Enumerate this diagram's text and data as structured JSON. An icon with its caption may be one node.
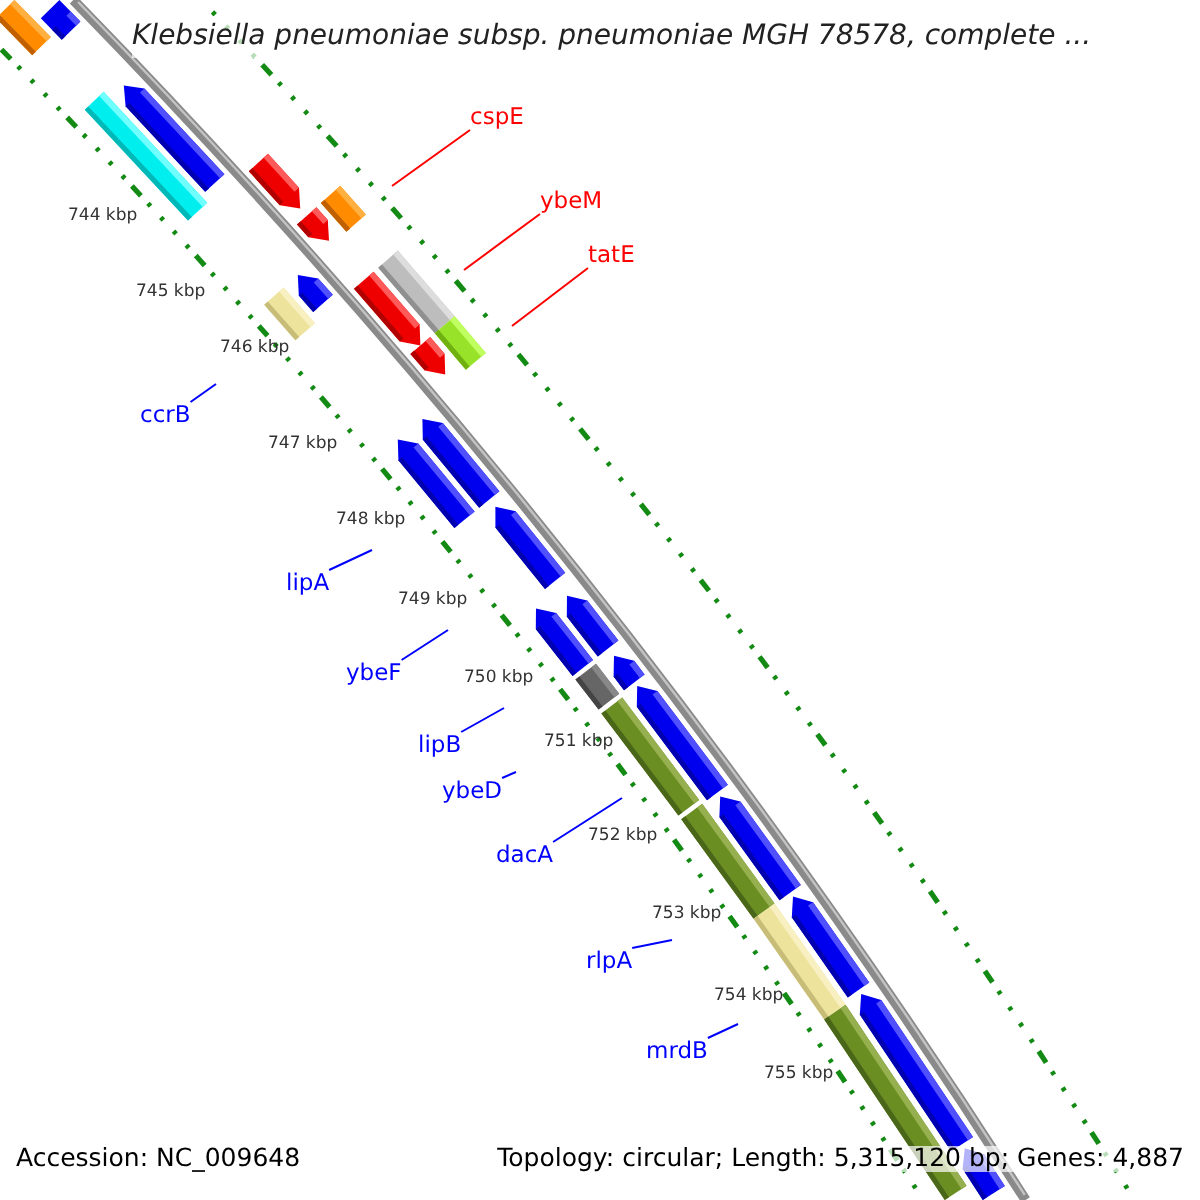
{
  "diagram": {
    "title": "Klebsiella pneumoniae subsp. pneumoniae MGH 78578, complete ...",
    "nodes": [
      {
        "text": [
          "cspE"
        ]
      },
      {
        "text": [
          "ybeM"
        ]
      },
      {
        "text": [
          "tatE"
        ]
      },
      {
        "text": [
          "ccrB"
        ]
      },
      {
        "text": [
          "lipA"
        ]
      },
      {
        "text": [
          "ybeF"
        ]
      },
      {
        "text": [
          "lipB"
        ]
      },
      {
        "text": [
          "ybeD"
        ]
      },
      {
        "text": [
          "dacA"
        ]
      },
      {
        "text": [
          "rlpA"
        ]
      },
      {
        "text": [
          "mrdB"
        ]
      }
    ],
    "edges": [
      {
        "from": 0,
        "to": null,
        "arrow": "none",
        "color": "#ff0000"
      },
      {
        "from": 1,
        "to": null,
        "arrow": "none",
        "color": "#ff0000"
      },
      {
        "from": 2,
        "to": null,
        "arrow": "none",
        "color": "#ff0000"
      },
      {
        "from": 3,
        "to": null,
        "arrow": "none"
      },
      {
        "from": 4,
        "to": null,
        "arrow": "none"
      },
      {
        "from": 5,
        "to": null,
        "arrow": "none"
      },
      {
        "from": 6,
        "to": null,
        "arrow": "none"
      },
      {
        "from": 7,
        "to": null,
        "arrow": "none"
      },
      {
        "from": 8,
        "to": null,
        "arrow": "none"
      },
      {
        "from": 9,
        "to": null,
        "arrow": "none"
      },
      {
        "from": 10,
        "to": null,
        "arrow": "none"
      }
    ],
    "labels": [
      "744 kbp",
      "745 kbp",
      "746 kbp",
      "747 kbp",
      "748 kbp",
      "749 kbp",
      "750 kbp",
      "751 kbp",
      "752 kbp",
      "753 kbp",
      "754 kbp",
      "755 kbp",
      "Accession: NC_009648",
      "Topology: circular; Length: 5,315,120 bp; Genes: 4,887"
    ]
  }
}
